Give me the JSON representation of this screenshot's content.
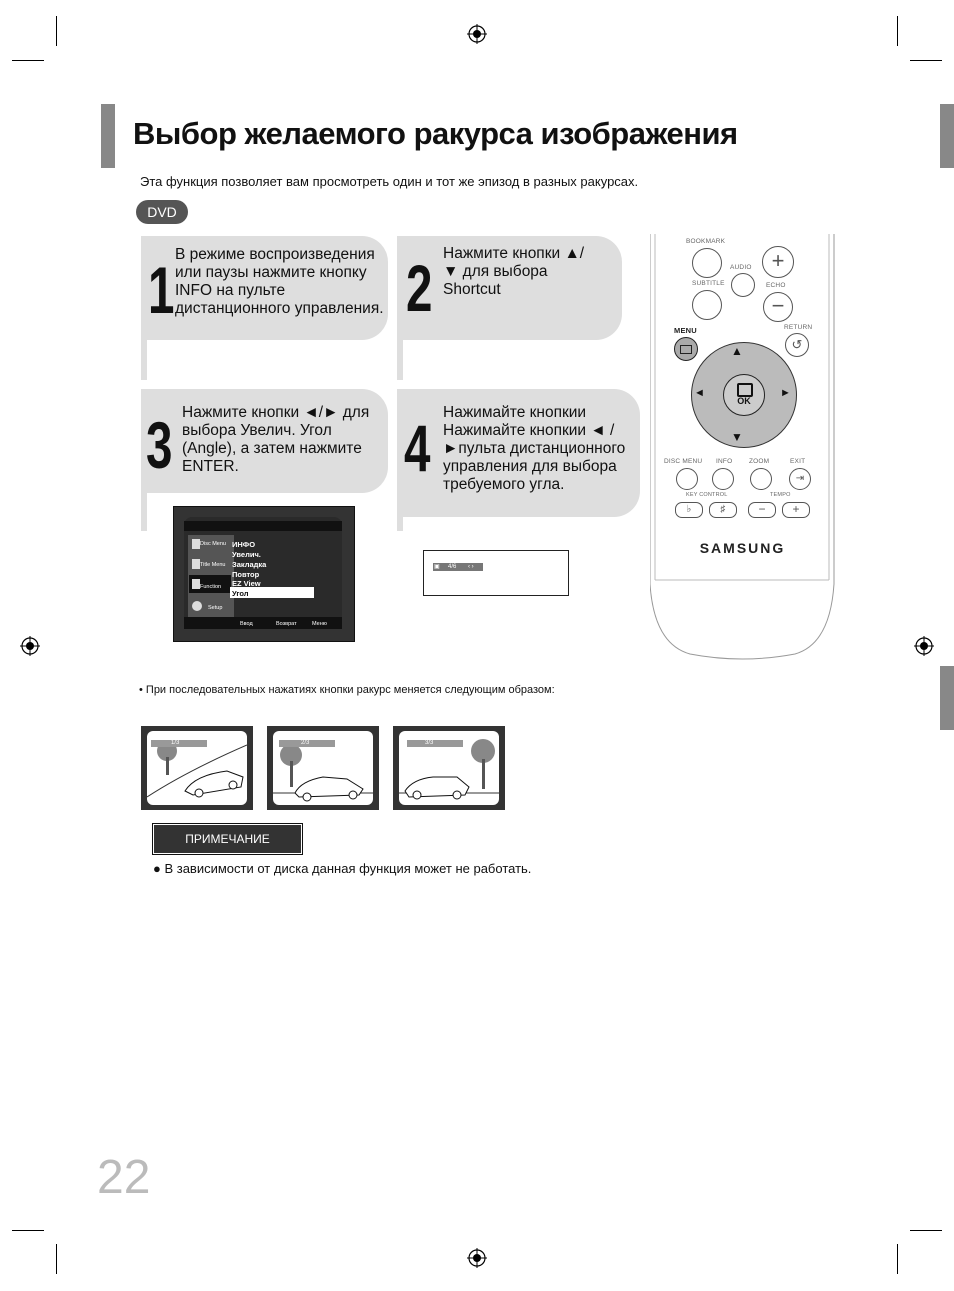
{
  "page": {
    "title": "Выбор желаемого ракурса изображения",
    "subtitle": "Эта функция позволяет вам просмотреть один и тот же эпизод в разных ракурсах.",
    "badge": "DVD",
    "page_number": "22"
  },
  "steps": [
    {
      "number": "1",
      "text": "В режиме воспроизведения или паузы нажмите кнопку INFO на пульте дистанционного управления."
    },
    {
      "number": "2",
      "text": "Нажмите кнопки ▲/▼ для выбора Shortcut"
    },
    {
      "number": "3",
      "text": "Нажмите кнопки ◄/► для выбора Увелич. Угол (Angle), а затем нажмите ENTER."
    },
    {
      "number": "4",
      "text": "Нажимайте кнопкии Нажимайте кнопкии ◄ /►пульта дистанционного управления для выбора требуемого угла."
    }
  ],
  "tv_menu": {
    "side_items": [
      "Disc Menu",
      "Title Menu",
      "Function",
      "Setup"
    ],
    "items": [
      "ИНФО",
      "Увелич.",
      "Закладка",
      "Повтор",
      "EZ View",
      "Угол"
    ],
    "selected": "Угол",
    "footer": [
      "Ввод",
      "Возврат",
      "Меню"
    ]
  },
  "angle_display": {
    "value": "4/6"
  },
  "remote": {
    "labels": {
      "bookmark": "BOOKMARK",
      "audio": "AUDIO",
      "subtitle": "SUBTITLE",
      "echo": "ECHO",
      "menu": "MENU",
      "return": "RETURN",
      "disc_menu": "DISC MENU",
      "info": "INFO",
      "zoom": "ZOOM",
      "exit": "EXIT",
      "key_control": "KEY CONTROL",
      "tempo": "TEMPO",
      "ok": "OK",
      "brand": "SAMSUNG"
    }
  },
  "sequence_note": "• При последовательных нажатиях кнопки ракурс меняется следующим образом:",
  "thumbnails": [
    "1/3",
    "2/3",
    "3/3"
  ],
  "note": {
    "label": "ПРИМЕЧАНИЕ",
    "text": "● В зависимости от диска данная функция может не работать."
  }
}
